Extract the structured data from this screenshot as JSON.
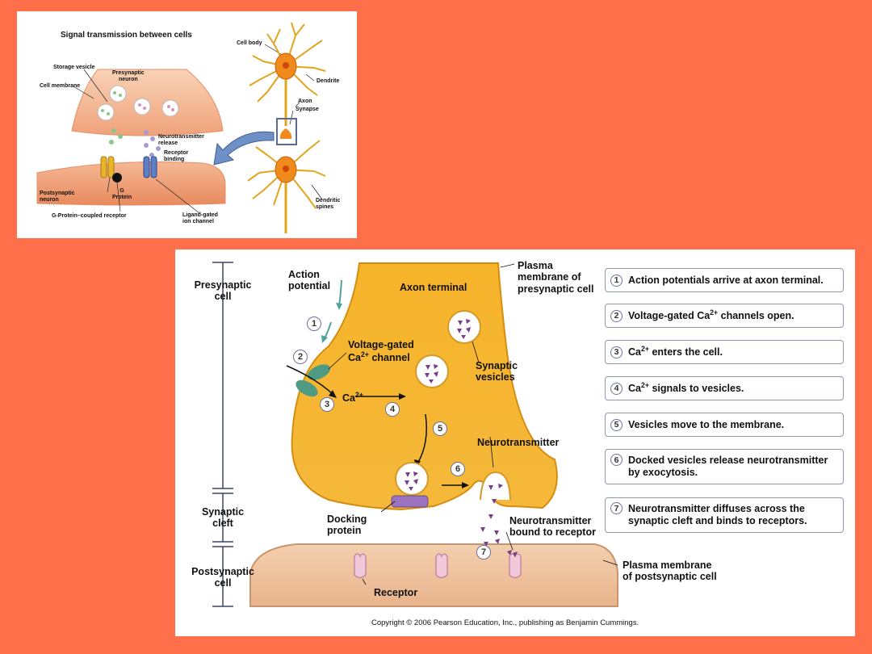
{
  "top_panel": {
    "title": "Signal transmission between cells",
    "labels": {
      "storage_vesicle": "Storage vesicle",
      "presynaptic_neuron": "Presynaptic\nneuron",
      "cell_membrane": "Cell membrane",
      "neurotransmitter_release": "Neurotransmitter\nrelease",
      "receptor_binding": "Receptor\nbinding",
      "postsynaptic_neuron": "Postsynaptic\nneuron",
      "g_protein": "G\nProtein",
      "g_protein_receptor": "G-Protein–coupled receptor",
      "ligand_gated": "Ligand-gated\nion channel",
      "cell_body": "Cell body",
      "dendrite": "Dendrite",
      "axon": "Axon",
      "synapse": "Synapse",
      "dendritic_spines": "Dendritic\nspines"
    }
  },
  "bottom_panel": {
    "side": {
      "presynaptic": "Presynaptic\ncell",
      "synaptic_cleft": "Synaptic\ncleft",
      "postsynaptic": "Postsynaptic\ncell"
    },
    "labels": {
      "action_potential": "Action\npotential",
      "axon_terminal": "Axon terminal",
      "plasma_pre": "Plasma\nmembrane of\npresynaptic cell",
      "vg_channel_1": "Voltage-gated",
      "vg_channel_2a": "Ca",
      "vg_channel_2sup": "2+",
      "vg_channel_2b": " channel",
      "synaptic_vesicles": "Synaptic\nvesicles",
      "ca_text": "Ca",
      "ca_sup": "2+",
      "neurotransmitter": "Neurotransmitter",
      "docking_protein": "Docking\nprotein",
      "nt_bound": "Neurotransmitter\nbound to receptor",
      "receptor": "Receptor",
      "plasma_post": "Plasma membrane\nof postsynaptic cell"
    },
    "diagram_numbers": [
      "1",
      "2",
      "3",
      "4",
      "5",
      "6",
      "7"
    ],
    "steps": [
      {
        "num": "1",
        "text": "Action potentials arrive at axon terminal."
      },
      {
        "num": "2",
        "pre": "Voltage-gated Ca",
        "sup": "2+",
        "post": " channels open."
      },
      {
        "num": "3",
        "pre": "Ca",
        "sup": "2+",
        "post": " enters the cell."
      },
      {
        "num": "4",
        "pre": "Ca",
        "sup": "2+",
        "post": " signals to vesicles."
      },
      {
        "num": "5",
        "text": "Vesicles move to the membrane."
      },
      {
        "num": "6",
        "text": "Docked vesicles release neurotransmitter\nby exocytosis."
      },
      {
        "num": "7",
        "text": "Neurotransmitter diffuses across the\nsynaptic cleft and binds to receptors."
      }
    ],
    "copyright": "Copyright © 2006 Pearson Education, Inc., publishing as Benjamin Cummings."
  },
  "colors": {
    "background": "#ff6f4a",
    "axon_fill": "#f6b630",
    "post_fill": "#f0c6a2",
    "vesicle": "#7a3c8c",
    "channel": "#4f9a83"
  }
}
